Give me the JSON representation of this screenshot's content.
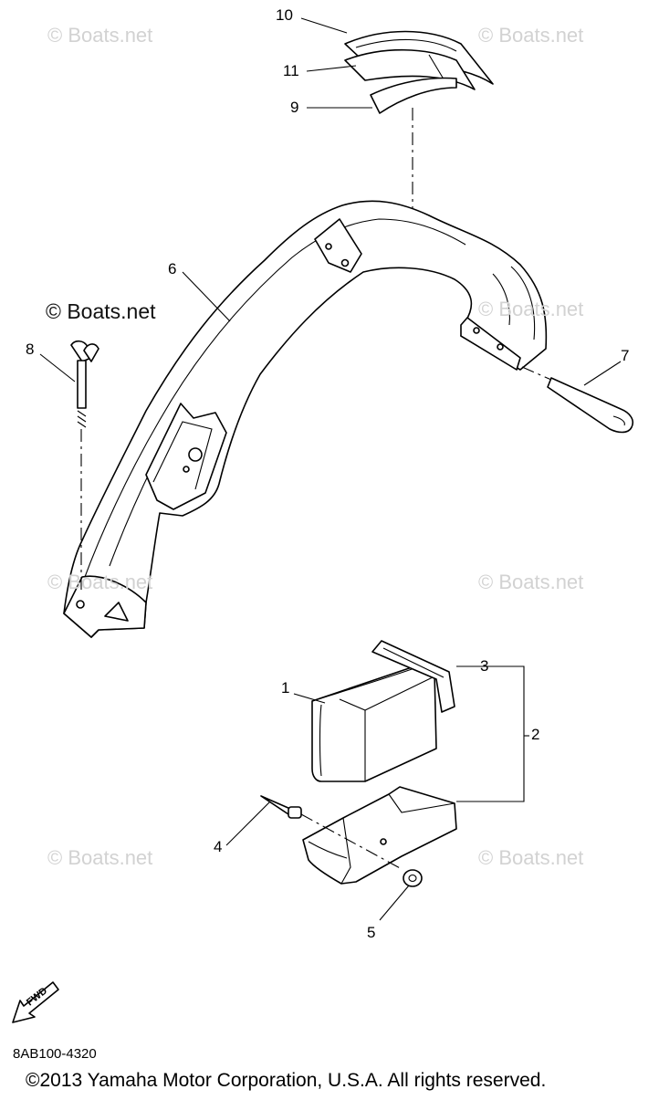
{
  "watermarks": {
    "top_left": "© Boats.net",
    "top_right": "© Boats.net",
    "mid_left_dark": "© Boats.net",
    "mid_right": "© Boats.net",
    "center_left": "© Boats.net",
    "center_right": "© Boats.net",
    "bottom_left": "© Boats.net",
    "bottom_right": "© Boats.net"
  },
  "callouts": {
    "c1": "1",
    "c2": "2",
    "c3": "3",
    "c4": "4",
    "c5": "5",
    "c6": "6",
    "c7": "7",
    "c8": "8",
    "c9": "9",
    "c10": "10",
    "c11": "11"
  },
  "fwd_label": "FWD",
  "diagram_code": "8AB100-4320",
  "copyright": "©2013 Yamaha Motor Corporation, U.S.A. All rights reserved."
}
